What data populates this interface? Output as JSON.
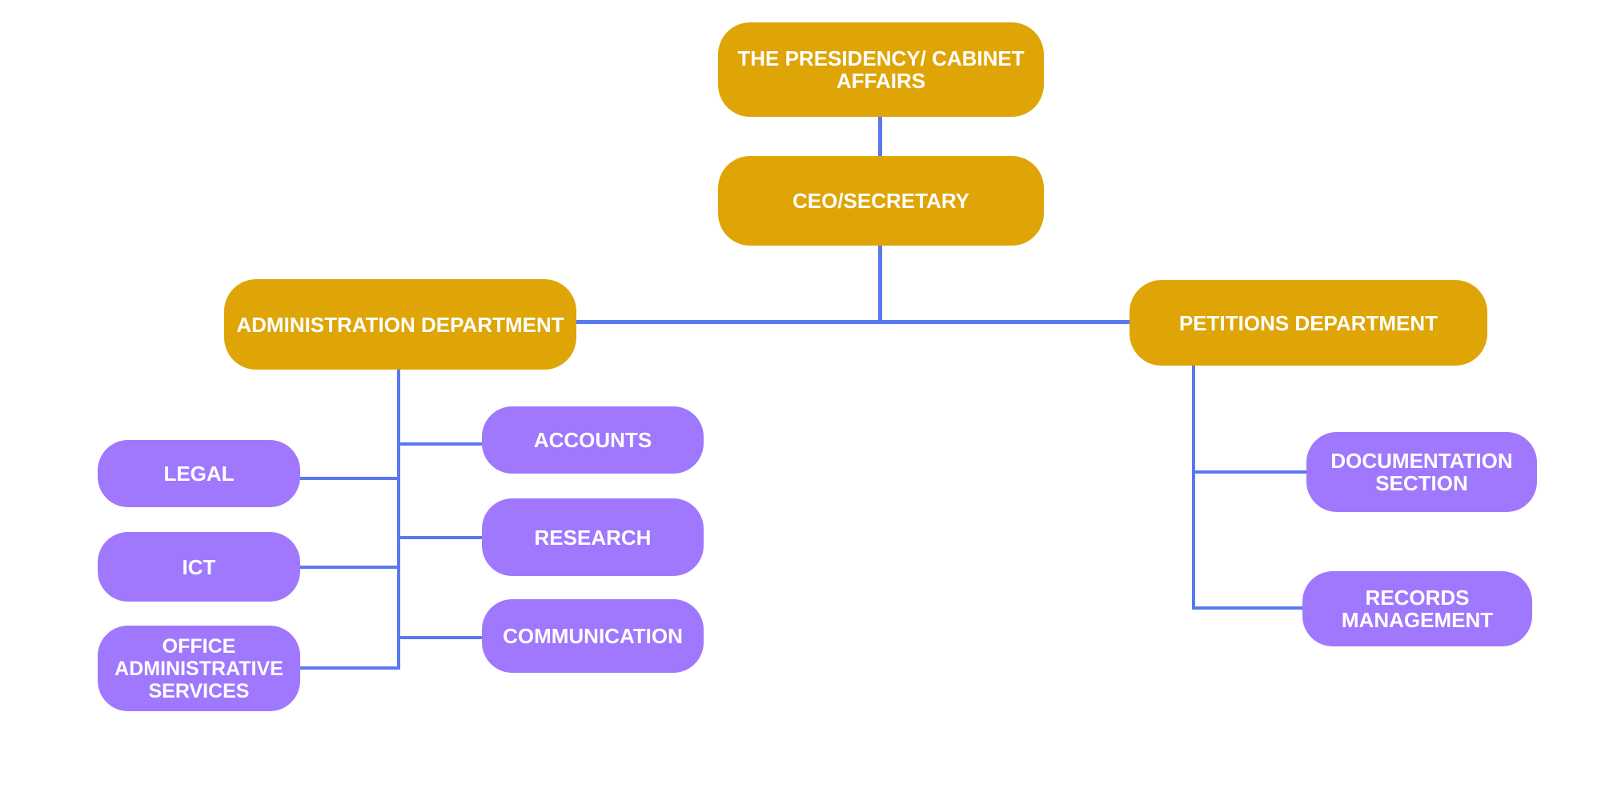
{
  "colors": {
    "executive": "#dfa507",
    "unit": "#a078fd",
    "connector": "#5a78f0"
  },
  "nodes": {
    "presidency": "THE PRESIDENCY/ CABINET AFFAIRS",
    "ceo": "CEO/SECRETARY",
    "admin_dept": "ADMINISTRATION DEPARTMENT",
    "petitions_dept": "PETITIONS DEPARTMENT",
    "legal": "LEGAL",
    "ict": "ICT",
    "office_admin": "OFFICE ADMINISTRATIVE SERVICES",
    "accounts": "ACCOUNTS",
    "research": "RESEARCH",
    "communication": "COMMUNICATION",
    "documentation": "DOCUMENTATION SECTION",
    "records": "RECORDS MANAGEMENT"
  }
}
